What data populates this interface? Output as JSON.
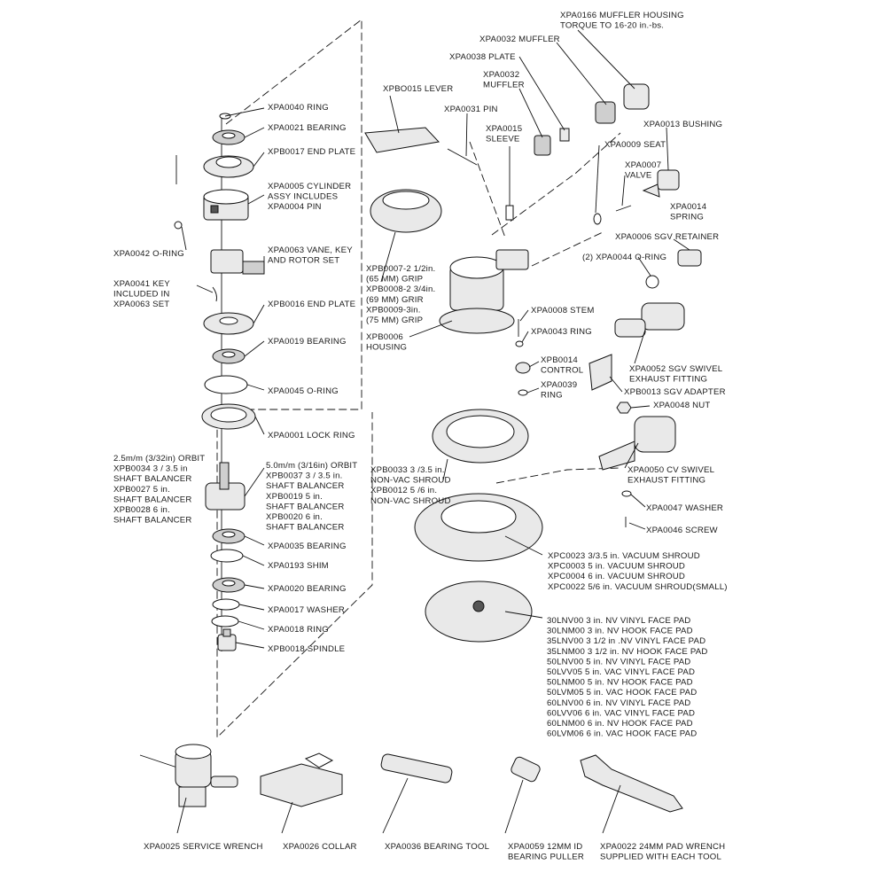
{
  "labels": {
    "xpa0166": [
      "XPA0166  MUFFLER HOUSING",
      "TORQUE  TO  16-20  in.-bs."
    ],
    "xpa0032a": [
      "XPA0032  MUFFLER"
    ],
    "xpa0038": [
      "XPA0038  PLATE"
    ],
    "xpa0032b": [
      "XPA0032",
      "MUFFLER"
    ],
    "xpa0031": [
      "XPA0031  PIN"
    ],
    "xpbo015": [
      "XPBO015  LEVER"
    ],
    "xpa0015": [
      "XPA0015",
      "SLEEVE"
    ],
    "xpa0013": [
      "XPA0013  BUSHING"
    ],
    "xpa0009": [
      "XPA0009  SEAT"
    ],
    "xpa0007": [
      "XPA0007",
      "VALVE"
    ],
    "xpa0014": [
      "XPA0014",
      "SPRING"
    ],
    "xpa0006": [
      "XPA0006  SGV  RETAINER"
    ],
    "xpa0044": [
      "(2)  XPA0044  O-RING"
    ],
    "xpa0040": [
      "XPA0040  RING"
    ],
    "xpa0021": [
      "XPA0021  BEARING"
    ],
    "xpb0017": [
      "XPB0017  END  PLATE"
    ],
    "xpa0005": [
      "XPA0005  CYLINDER",
      "ASSY  INCLUDES",
      "XPA0004  PIN"
    ],
    "xpa0042": [
      "XPA0042  O-RING"
    ],
    "xpa0063": [
      "XPA0063  VANE,  KEY",
      "AND  ROTOR  SET"
    ],
    "xpa0041": [
      "XPA0041  KEY",
      "INCLUDED  IN",
      "XPA0063  SET"
    ],
    "xpb0016": [
      "XPB0016  END  PLATE"
    ],
    "xpa0019": [
      "XPA0019  BEARING"
    ],
    "xpa0045": [
      "XPA0045  O-RING"
    ],
    "xpa0001": [
      "XPA0001  LOCK  RING"
    ],
    "grip": [
      "XPB0007-2  1/2in.",
      "(65  MM)  GRIP",
      "XPB0008-2  3/4in.",
      "(69 MM)  GRIR",
      "XPB0009-3in.",
      "(75 MM)  GRIP"
    ],
    "xpb0006": [
      "XPB0006",
      "HOUSING"
    ],
    "xpa0008": [
      "XPA0008  STEM"
    ],
    "xpa0043": [
      "XPA0043  RING"
    ],
    "xpb0014": [
      "XPB0014",
      "CONTROL"
    ],
    "xpa0039": [
      "XPA0039",
      "RING"
    ],
    "xpa0052": [
      "XPA0052  SGV  SWIVEL",
      "EXHAUST  FITTING"
    ],
    "xpb0013": [
      "XPB0013  SGV  ADAPTER"
    ],
    "xpa0048": [
      "XPA0048  NUT"
    ],
    "orbit25": [
      "2.5m/m  (3/32in)  ORBIT",
      "XPB0034    3   /  3.5  in",
      "SHAFT  BALANCER",
      "XPB0027     5  in.",
      "SHAFT  BALANCER",
      "XPB0028     6  in.",
      "SHAFT  BALANCER"
    ],
    "orbit50": [
      "5.0m/m  (3/16in)  ORBIT",
      "XPB0037    3   /  3.5  in.",
      "SHAFT  BALANCER",
      "XPB0019     5  in.",
      "SHAFT  BALANCER",
      "XPB0020     6  in.",
      "SHAFT  BALANCER"
    ],
    "shroud": [
      "XPB0033  3 /3.5  in.",
      "NON-VAC  SHROUD",
      "XPB0012  5 /6  in.",
      "NON-VAC  SHROUD"
    ],
    "xpa0050": [
      "XPA0050  CV  SWIVEL",
      "EXHAUST  FITTING"
    ],
    "xpa0047": [
      "XPA0047  WASHER"
    ],
    "xpa0046": [
      "XPA0046  SCREW"
    ],
    "xpa0035": [
      "XPA0035  BEARING"
    ],
    "xpa0193": [
      "XPA0193  SHIM"
    ],
    "xpa0020": [
      "XPA0020  BEARING"
    ],
    "xpa0017": [
      "XPA0017  WASHER"
    ],
    "xpa0018": [
      "XPA0018  RING"
    ],
    "xpb0018": [
      "XPB0018  SPINDLE"
    ],
    "vac": [
      "XPC0023  3/3.5  in.  VACUUM SHROUD",
      "XPC0003   5  in.  VACUUM  SHROUD",
      "XPC0004   6  in.  VACUUM  SHROUD",
      "XPC0022   5/6  in.  VACUUM SHROUD(SMALL)"
    ],
    "pads": [
      "30LNV00   3   in.  NV  VINYL   FACE   PAD",
      "30LNM00   3   in.  NV  HOOK  FACE   PAD",
      "35LNV00   3   1/2   in .NV  VINYL   FACE   PAD",
      "35LNM00   3   1/2   in.  NV  HOOK  FACE   PAD",
      "50LNV00   5   in.  NV  VINYL   FACE   PAD",
      "50LVV05   5   in.  VAC   VINYL  FACE   PAD",
      "50LNM00   5   in.  NV  HOOK  FACE   PAD",
      "50LVM05   5   in.  VAC  HOOK  FACE   PAD",
      "60LNV00   6   in.  NV  VINYL   FACE   PAD",
      "60LVV06   6   in.  VAC   VINYL  FACE   PAD",
      "60LNM00   6   in.  NV  HOOK  FACE   PAD",
      "60LVM06   6   in.  VAC  HOOK  FACE   PAD"
    ],
    "xpa0025": [
      "XPA0025  SERVICE  WRENCH"
    ],
    "xpa0026": [
      "XPA0026  COLLAR"
    ],
    "xpa0036": [
      "XPA0036  BEARING  TOOL"
    ],
    "xpa0059": [
      "XPA0059  12MM  ID",
      "BEARING  PULLER"
    ],
    "xpa0022": [
      "XPA0022  24MM  PAD  WRENCH",
      "SUPPLIED  WITH  EACH  TOOL"
    ]
  }
}
